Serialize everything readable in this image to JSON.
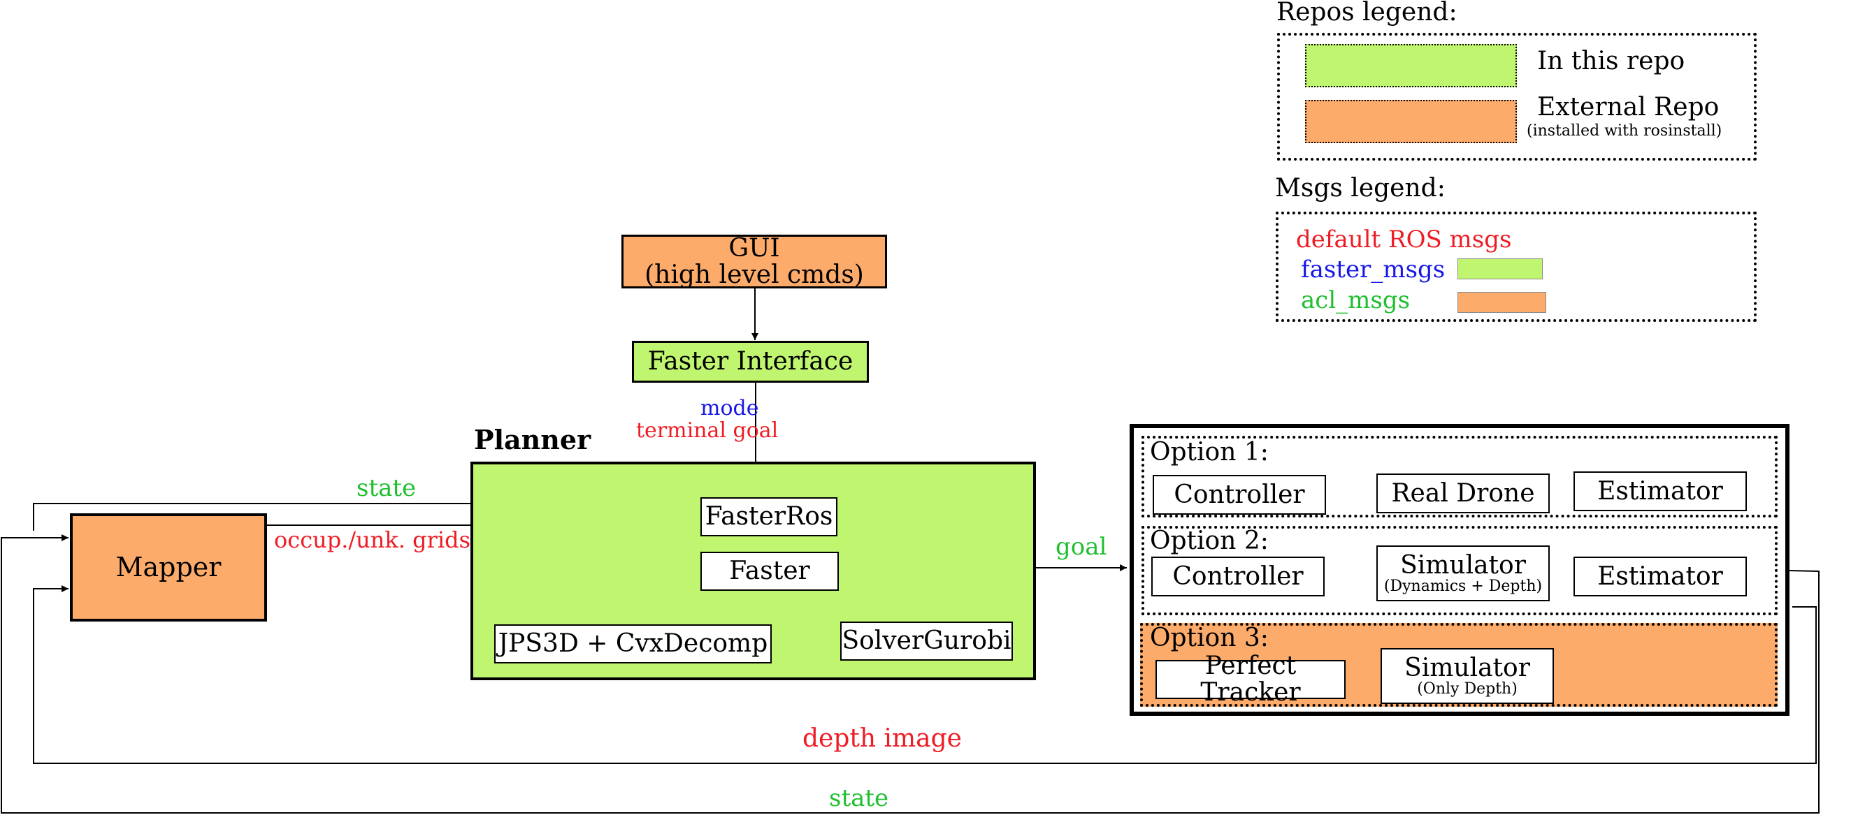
{
  "repos_legend": {
    "title": "Repos legend:",
    "in_repo": "In this repo",
    "external": "External Repo",
    "external_note": "(installed with rosinstall)"
  },
  "msgs_legend": {
    "title": "Msgs legend:",
    "default": "default ROS msgs",
    "faster": "faster_msgs",
    "acl": "acl_msgs"
  },
  "gui": {
    "line1": "GUI",
    "line2": "(high level cmds)"
  },
  "faster_interface": "Faster Interface",
  "mode_label": "mode",
  "terminal_goal_label": "terminal goal",
  "planner": {
    "title": "Planner",
    "fasterros": "FasterRos",
    "faster": "Faster",
    "jps": "JPS3D + CvxDecomp",
    "solver": "SolverGurobi"
  },
  "mapper": "Mapper",
  "state_top": "state",
  "grids_label": "occup./unk. grids",
  "goal_label": "goal",
  "options": {
    "o1": {
      "title": "Option 1:",
      "controller": "Controller",
      "real_drone": "Real Drone",
      "estimator": "Estimator"
    },
    "o2": {
      "title": "Option 2:",
      "controller": "Controller",
      "simulator": "Simulator",
      "sim_note": "(Dynamics + Depth)",
      "estimator": "Estimator"
    },
    "o3": {
      "title": "Option 3:",
      "tracker": "Perfect Tracker",
      "simulator": "Simulator",
      "sim_note": "(Only Depth)"
    }
  },
  "depth_label": "depth image",
  "state_bottom": "state",
  "colors": {
    "green": "#c0f570",
    "orange": "#fdab6b",
    "red": "#ee1c24",
    "blue": "#1717e6",
    "msg_green": "#1fbf2f"
  }
}
